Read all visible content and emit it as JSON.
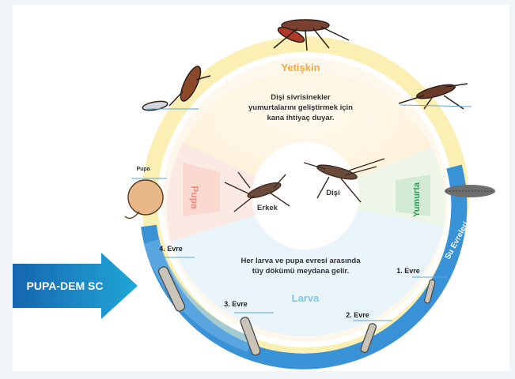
{
  "stages": {
    "adult": {
      "label": "Yetişkin",
      "color": "#f0a93b"
    },
    "egg": {
      "label": "Yumurta",
      "color": "#2f9d5a"
    },
    "larva": {
      "label": "Larva",
      "color": "#7fc6e8"
    },
    "pupa": {
      "label": "Pupa",
      "color": "#f08a7a"
    }
  },
  "center": {
    "female": "Dişi",
    "male": "Erkek"
  },
  "notes": {
    "adult_line1": "Dişi sivrisinekler",
    "adult_line2": "yumurtalarını geliştirmek için",
    "adult_line3": "kana ihtiyaç duyar.",
    "larva_line1": "Her larva ve pupa evresi arasında",
    "larva_line2": "tüy dökümü meydana gelir."
  },
  "water_stages_label": "Su Evreleri",
  "larval_instars": {
    "first": "1. Evre",
    "second": "2. Evre",
    "third": "3. Evre",
    "fourth": "4. Evre"
  },
  "pupa_small_label": "Pupa",
  "product_arrow": {
    "label": "PUPA-DEM SC",
    "color": "#1b7fc1"
  }
}
